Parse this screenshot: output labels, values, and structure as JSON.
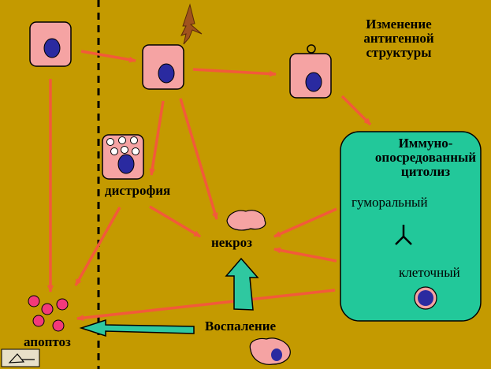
{
  "labels": {
    "antigen_change": "Изменение\nантигенной\nструктуры",
    "immune_cytolysis": "Иммуно-\nопосредованный\nцитолиз",
    "humoral": "гуморальный",
    "cellular": "клеточный",
    "dystrophy": "дистрофия",
    "necrosis": "некроз",
    "inflammation": "Воспаление",
    "apoptosis": "апоптоз"
  },
  "colors": {
    "background": "#c49a00",
    "cell_fill": "#f5a3a3",
    "nucleus": "#2a2aa0",
    "arrow_red": "#f25a3a",
    "arrow_teal": "#2fc8a0",
    "immune_box": "#22c89a",
    "apoptotic_body": "#f23a7a",
    "lightning": "#a0521d"
  },
  "icons": [
    "cell-icon",
    "lightning-icon",
    "antibody-icon",
    "lymphocyte-icon",
    "necrotic-cell-icon",
    "macrophage-icon",
    "apoptotic-bodies-icon",
    "slide-nav-icon"
  ]
}
